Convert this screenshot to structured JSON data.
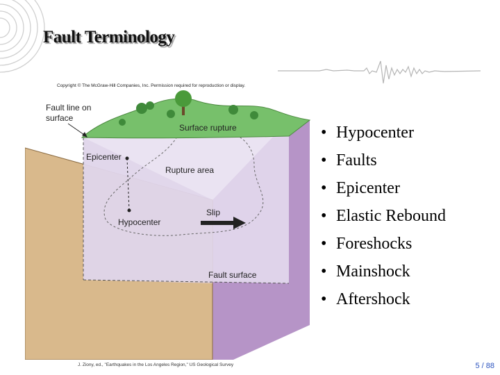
{
  "slide": {
    "title": "Fault Terminology",
    "copyright": "Copyright © The McGraw-Hill Companies, Inc. Permission required for reproduction or display.",
    "credit": "J. Ziony, ed., \"Earthquakes in the Los Angeles Region,\" US Geological Survey",
    "page": {
      "current": "5",
      "separator": " / ",
      "total": "88"
    }
  },
  "diagram": {
    "labels": {
      "fault_line_1": "Fault line on",
      "fault_line_2": "surface",
      "surface_rupture": "Surface rupture",
      "epicenter": "Epicenter",
      "rupture_area": "Rupture area",
      "slip": "Slip",
      "hypocenter": "Hypocenter",
      "fault_surface": "Fault surface"
    },
    "colors": {
      "ground": "#d9b98c",
      "fault_plane": "#e8e0f0",
      "purple_side": "#b694c7",
      "grass": "#77c06b"
    }
  },
  "bullets": [
    "Hypocenter",
    "Faults",
    "Epicenter",
    "Elastic Rebound",
    "Foreshocks",
    "Mainshock",
    "Aftershock"
  ],
  "bullet_glyph": "•"
}
